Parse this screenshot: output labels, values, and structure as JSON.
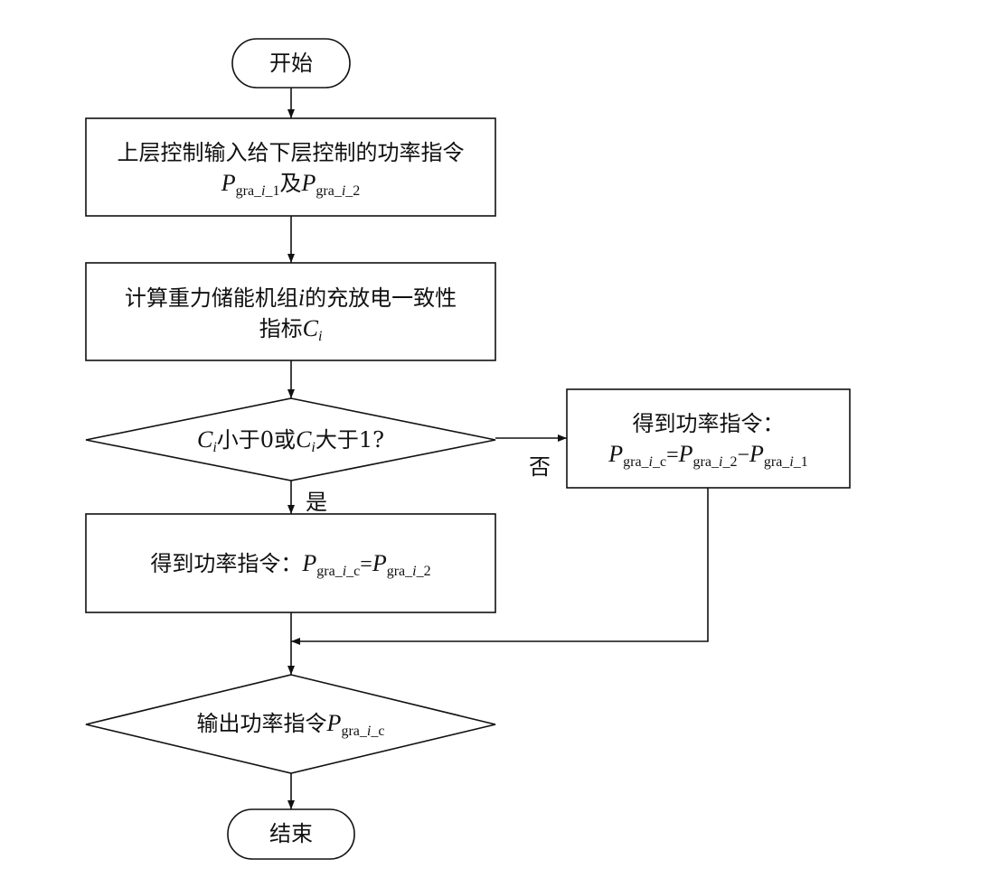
{
  "nodes": {
    "start": "开始",
    "end": "结束",
    "step1": {
      "line1": "上层控制输入给下层控制的功率指令",
      "and": "及"
    },
    "step2": {
      "line1a": "计算重力储能机组",
      "line1b": "的充放电一致性",
      "line2": "指标"
    },
    "decision1": {
      "small": "小于0或",
      "big": "大于1?"
    },
    "no_box": {
      "title": "得到功率指令："
    },
    "yes_box": {
      "title": "得到功率指令："
    },
    "decision2": {
      "text": "输出功率指令"
    }
  },
  "symbols": {
    "P": "P",
    "C": "C",
    "i": "i",
    "eq": "=",
    "minus": "−",
    "sub_gra": "gra_",
    "sub_1": "_1",
    "sub_2": "_2",
    "sub_c": "_c"
  },
  "edges": {
    "yes": "是",
    "no": "否"
  }
}
